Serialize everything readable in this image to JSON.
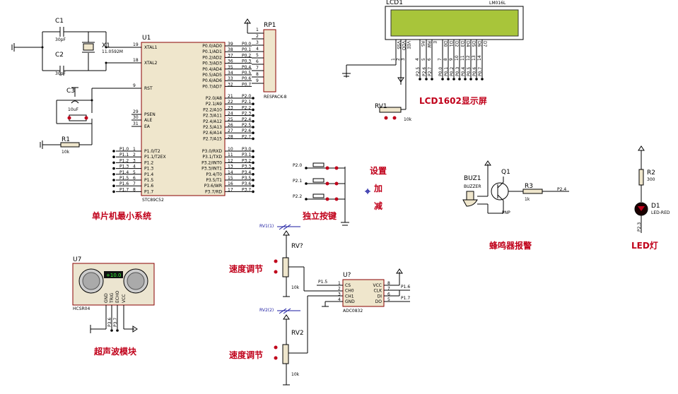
{
  "labels": {
    "lcd_ref": "LCD1",
    "lcd_model": "LM016L",
    "lcd_title": "LCD1602显示屏",
    "mcu_ref": "U1",
    "mcu_model": "STC89C52",
    "mcu_title": "单片机最小系统",
    "rp_ref": "RP1",
    "rp_model": "RESPACK-8",
    "c1": "C1",
    "c1v": "30pF",
    "c2": "C2",
    "c2v": "30pF",
    "c3": "C3",
    "c3v": "10uF",
    "x1": "X1",
    "x1v": "11.0592M",
    "r1": "R1",
    "r1v": "10k",
    "rv1": "RV1",
    "rv1v": "10k",
    "keys_title": "独立按键",
    "key1": "设置",
    "key2": "加",
    "key3": "减",
    "buz_ref": "BUZ1",
    "buz_model": "BUZZER",
    "q1": "Q1",
    "q1model": "PNP",
    "r3": "R3",
    "r3v": "1k",
    "buz_title": "蜂鸣器报警",
    "r2": "R2",
    "r2v": "300",
    "d1": "D1",
    "d1model": "LED-RED",
    "led_title": "LED灯",
    "u7": "U7",
    "u7model": "HCSR04",
    "u7display": "+10.0",
    "us_title": "超声波模块",
    "rv_q": "RV?",
    "rv_q_v": "10k",
    "rv2": "RV2",
    "rv2v": "10k",
    "speed1": "速度调节",
    "speed2": "速度调节",
    "rv1_probe": "RV1(1)",
    "rv2_probe": "RV2(2)",
    "adc_ref": "U?",
    "adc_model": "ADC0832",
    "p20": "P2.0",
    "p21": "P2.1",
    "p22": "P2.2",
    "p24": "P2.4",
    "p23": "P2.3",
    "p15": "P1.5",
    "p16": "P1.6",
    "p17": "P1.7"
  },
  "mcu_left_pins": [
    {
      "num": "19",
      "name": "XTAL1"
    },
    {
      "num": "18",
      "name": "XTAL2"
    },
    {
      "num": "9",
      "name": "RST"
    },
    {
      "num": "29",
      "name": "PSEN"
    },
    {
      "num": "30",
      "name": "ALE"
    },
    {
      "num": "31",
      "name": "EA"
    }
  ],
  "mcu_p1_pins": [
    {
      "num": "1",
      "name": "P1.0/T2",
      "net": "P1.0"
    },
    {
      "num": "2",
      "name": "P1.1/T2EX",
      "net": "P1.1"
    },
    {
      "num": "3",
      "name": "P1.2",
      "net": "P1.2"
    },
    {
      "num": "4",
      "name": "P1.3",
      "net": "P1.3"
    },
    {
      "num": "5",
      "name": "P1.4",
      "net": "P1.4"
    },
    {
      "num": "6",
      "name": "P1.5",
      "net": "P1.5"
    },
    {
      "num": "7",
      "name": "P1.6",
      "net": "P1.6"
    },
    {
      "num": "8",
      "name": "P1.7",
      "net": "P1.7"
    }
  ],
  "mcu_p0_pins": [
    {
      "num": "39",
      "name": "P0.0/AD0",
      "net": "P0.0"
    },
    {
      "num": "38",
      "name": "P0.1/AD1",
      "net": "P0.1"
    },
    {
      "num": "37",
      "name": "P0.2/AD2",
      "net": "P0.2"
    },
    {
      "num": "36",
      "name": "P0.3/AD3",
      "net": "P0.3"
    },
    {
      "num": "35",
      "name": "P0.4/AD4",
      "net": "P0.4"
    },
    {
      "num": "34",
      "name": "P0.5/AD5",
      "net": "P0.5"
    },
    {
      "num": "33",
      "name": "P0.6/AD6",
      "net": "P0.6"
    },
    {
      "num": "32",
      "name": "P0.7/AD7",
      "net": "P0.7"
    }
  ],
  "mcu_p2_pins": [
    {
      "num": "21",
      "name": "P2.0/A8",
      "net": "P2.0"
    },
    {
      "num": "22",
      "name": "P2.1/A9",
      "net": "P2.1"
    },
    {
      "num": "23",
      "name": "P2.2/A10",
      "net": "P2.2"
    },
    {
      "num": "24",
      "name": "P2.3/A11",
      "net": "P2.3"
    },
    {
      "num": "25",
      "name": "P2.4/A12",
      "net": "P2.4"
    },
    {
      "num": "26",
      "name": "P2.5/A13",
      "net": "P2.5"
    },
    {
      "num": "27",
      "name": "P2.6/A14",
      "net": "P2.6"
    },
    {
      "num": "28",
      "name": "P2.7/A15",
      "net": "P2.7"
    }
  ],
  "mcu_p3_pins": [
    {
      "num": "10",
      "name": "P3.0/RXD",
      "net": "P3.0"
    },
    {
      "num": "11",
      "name": "P3.1/TXD",
      "net": "P3.1"
    },
    {
      "num": "12",
      "name": "P3.2/INT0",
      "net": "P3.2"
    },
    {
      "num": "13",
      "name": "P3.3/INT1",
      "net": "P3.3"
    },
    {
      "num": "14",
      "name": "P3.4/T0",
      "net": "P3.4"
    },
    {
      "num": "15",
      "name": "P3.5/T1",
      "net": "P3.5"
    },
    {
      "num": "16",
      "name": "P3.6/WR",
      "net": "P3.6"
    },
    {
      "num": "17",
      "name": "P3.7/RD",
      "net": "P3.7"
    }
  ],
  "rp_pins": [
    "1",
    "2",
    "3",
    "4",
    "5",
    "6",
    "7",
    "8",
    "9"
  ],
  "lcd_pins": [
    {
      "num": "1",
      "name": "VSS",
      "net": ""
    },
    {
      "num": "2",
      "name": "VDD",
      "net": ""
    },
    {
      "num": "3",
      "name": "VEE",
      "net": ""
    },
    {
      "num": "4",
      "name": "RS",
      "net": "P2.5"
    },
    {
      "num": "5",
      "name": "RW",
      "net": "P2.6"
    },
    {
      "num": "6",
      "name": "E",
      "net": "P2.7"
    },
    {
      "num": "7",
      "name": "D0",
      "net": "P0.0"
    },
    {
      "num": "8",
      "name": "D1",
      "net": "P0.1"
    },
    {
      "num": "9",
      "name": "D2",
      "net": "P0.2"
    },
    {
      "num": "10",
      "name": "D3",
      "net": "P0.3"
    },
    {
      "num": "11",
      "name": "D4",
      "net": "P0.4"
    },
    {
      "num": "12",
      "name": "D5",
      "net": "P0.5"
    },
    {
      "num": "13",
      "name": "D6",
      "net": "P0.6"
    },
    {
      "num": "14",
      "name": "D7",
      "net": "P0.7"
    }
  ],
  "hcsr04_pins": [
    {
      "name": "GND",
      "net": ""
    },
    {
      "name": "TRIG",
      "net": "P3.6"
    },
    {
      "name": "ECHO",
      "net": "P3.7"
    },
    {
      "name": "VCC",
      "net": ""
    }
  ],
  "adc_left_pins": [
    {
      "num": "1",
      "name": "CS"
    },
    {
      "num": "2",
      "name": "CH0"
    },
    {
      "num": "3",
      "name": "CH1"
    },
    {
      "num": "4",
      "name": "GND"
    }
  ],
  "adc_right_pins": [
    {
      "num": "8",
      "name": "VCC"
    },
    {
      "num": "7",
      "name": "CLK"
    },
    {
      "num": "6",
      "name": "DI"
    },
    {
      "num": "5",
      "name": "DO"
    }
  ],
  "colors": {
    "title_red": "#c0001a",
    "component_body": "#efe6cc",
    "lcd_screen": "#a8c53a",
    "wire": "#7a0000"
  }
}
